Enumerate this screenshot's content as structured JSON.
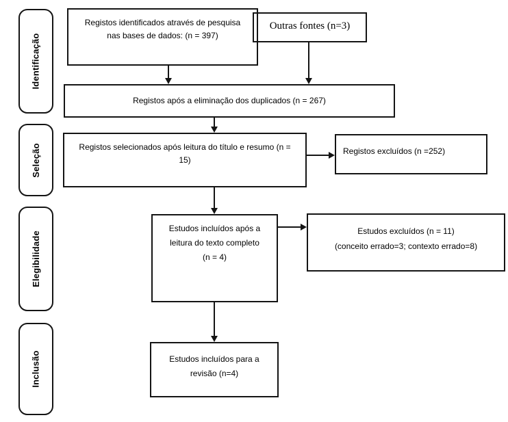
{
  "colors": {
    "line": "#141414",
    "text": "#000000",
    "background": "#ffffff"
  },
  "stages": [
    {
      "label": "Identificação"
    },
    {
      "label": "Seleção"
    },
    {
      "label": "Elegibilidade"
    },
    {
      "label": "Inclusão"
    }
  ],
  "boxes": {
    "identified": {
      "lines": [
        "Registos identificados através de pesquisa",
        "nas bases de dados: (n = 397)"
      ]
    },
    "other_sources": {
      "lines": [
        "Outras fontes (n=3)"
      ]
    },
    "deduplicated": {
      "lines": [
        "Registos após a eliminação dos duplicados (n = 267)"
      ]
    },
    "screened": {
      "lines": [
        "Registos selecionados após leitura do título e resumo (n =",
        "15)"
      ]
    },
    "records_excluded": {
      "lines": [
        "Registos excluídos (n =252)"
      ]
    },
    "full_text_included": {
      "lines": [
        "Estudos incluídos após a",
        "leitura do texto completo",
        "(n = 4)"
      ]
    },
    "studies_excluded": {
      "lines": [
        "Estudos excluídos (n = 11)",
        "(conceito errado=3; contexto errado=8)"
      ]
    },
    "review_included": {
      "lines": [
        "Estudos incluídos para a",
        "revisão (n=4)"
      ]
    }
  }
}
